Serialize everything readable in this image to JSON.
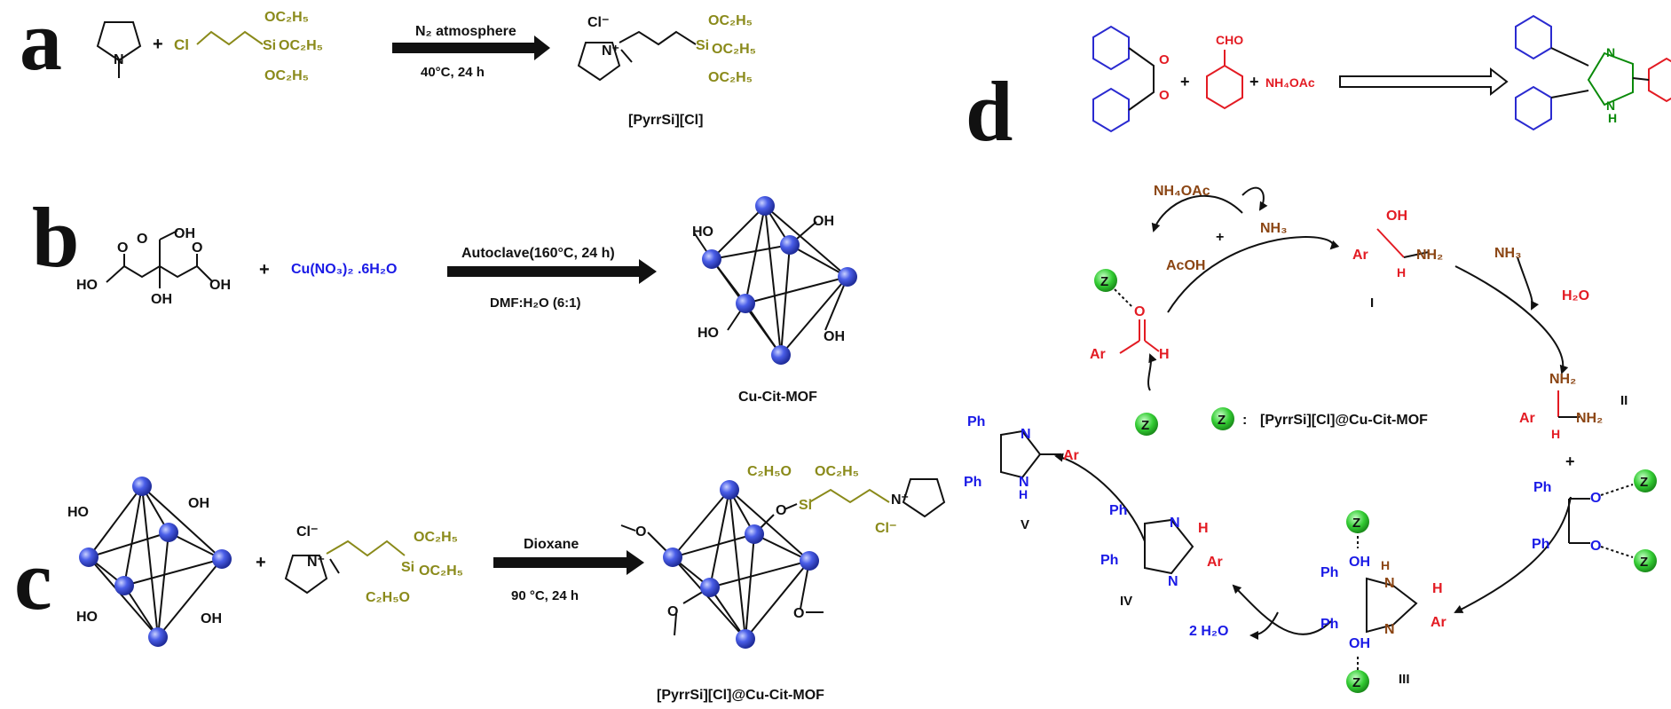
{
  "panels": {
    "a": {
      "letter": "a",
      "plus": "+",
      "chloro_reagent": [
        "Cl",
        "OC₂H₅",
        "Si",
        "OC₂H₅",
        "OC₂H₅"
      ],
      "conditions_top": "N₂ atmosphere",
      "conditions_bottom": "40°C, 24 h",
      "product_label": "[PyrrSi][Cl]",
      "product_atoms": [
        "Cl⁻",
        "N⁺",
        "Si",
        "OC₂H₅",
        "OC₂H₅",
        "OC₂H₅"
      ]
    },
    "b": {
      "letter": "b",
      "plus": "+",
      "citric_atoms": [
        "OH",
        "O",
        "HO",
        "OH",
        "OH",
        "O",
        "O"
      ],
      "copper_salt": "Cu(NO₃)₂ .6H₂O",
      "conditions_top": "Autoclave(160°C, 24 h)",
      "conditions_bottom": "DMF:H₂O (6:1)",
      "product_label": "Cu-Cit-MOF",
      "mof_hydroxyls": [
        "HO",
        "OH",
        "HO",
        "OH"
      ]
    },
    "c": {
      "letter": "c",
      "plus": "+",
      "mof_hydroxyls": [
        "HO",
        "OH",
        "HO",
        "OH"
      ],
      "silane_atoms": [
        "Cl⁻",
        "N⁺",
        "OC₂H₅",
        "Si",
        "OC₂H₅",
        "C₂H₅O"
      ],
      "conditions_top": "Dioxane",
      "conditions_bottom": "90 °C, 24 h",
      "product_label": "[PyrrSi][Cl]@Cu-Cit-MOF",
      "product_atoms": [
        "C₂H₅O",
        "OC₂H₅",
        "O",
        "Si",
        "N⁺",
        "Cl⁻",
        "O",
        "O",
        "O"
      ]
    },
    "d": {
      "letter": "d",
      "overall": {
        "plus1": "+",
        "aldehyde": "CHO",
        "plus2": "+",
        "ammonium": "NH₄OAc",
        "diketone_atoms": [
          "O",
          "O"
        ],
        "product_atoms": [
          "N",
          "N",
          "H"
        ]
      },
      "cycle": {
        "nh4oac": "NH₄OAc",
        "acoh": "AcOH",
        "plus": "+",
        "nh3_top": "NH₃",
        "intermediate_I": {
          "label": "I",
          "atoms": [
            "OH",
            "Ar",
            "H",
            "NH₂"
          ]
        },
        "nh3_right": "NH₃",
        "h2o": "H₂O",
        "intermediate_II": {
          "label": "II",
          "atoms": [
            "NH₂",
            "Ar",
            "H",
            "NH₂"
          ]
        },
        "plus_right": "+",
        "benzil_atoms": [
          "Ph",
          "O",
          "Ph",
          "O"
        ],
        "intermediate_III": {
          "label": "III",
          "atoms": [
            "OH",
            "Ph",
            "H",
            "N",
            "Ph",
            "H",
            "N",
            "Ar",
            "OH"
          ]
        },
        "water_out": "2 H₂O",
        "intermediate_IV": {
          "label": "IV",
          "atoms": [
            "Ph",
            "N",
            "H",
            "Ph",
            "N",
            "Ar"
          ]
        },
        "product_V": {
          "label": "V",
          "atoms": [
            "Ph",
            "N",
            "Ar",
            "Ph",
            "N",
            "H"
          ]
        },
        "aldehyde_atoms": [
          "O",
          "Ar",
          "H"
        ],
        "catalyst_symbol": "Z",
        "legend_colon": ":",
        "legend_text": "[PyrrSi][Cl]@Cu-Cit-MOF"
      }
    }
  },
  "colors": {
    "black": "#111111",
    "olive": "#8a8a1a",
    "blue": "#1a1ae6",
    "red": "#e31b23",
    "brown": "#8b4513",
    "green_ball": "#33cc33",
    "mof_ball": "#4a5ee8"
  }
}
